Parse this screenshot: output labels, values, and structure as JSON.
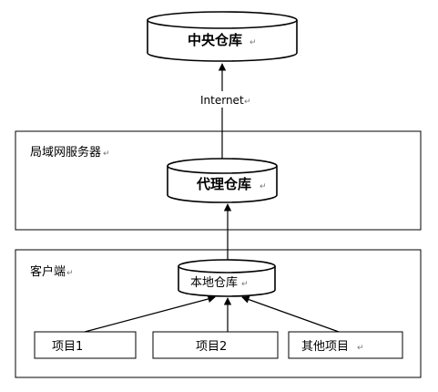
{
  "central_repo": {
    "label": "中央仓库"
  },
  "internet": {
    "label": "Internet"
  },
  "lan_server": {
    "label": "局域网服务器",
    "proxy_repo": {
      "label": "代理仓库"
    }
  },
  "client": {
    "label": "客户端",
    "local_repo": {
      "label": "本地仓库"
    },
    "projects": [
      {
        "label": "项目1"
      },
      {
        "label": "项目2"
      },
      {
        "label": "其他项目"
      }
    ]
  },
  "return_mark": "↵"
}
